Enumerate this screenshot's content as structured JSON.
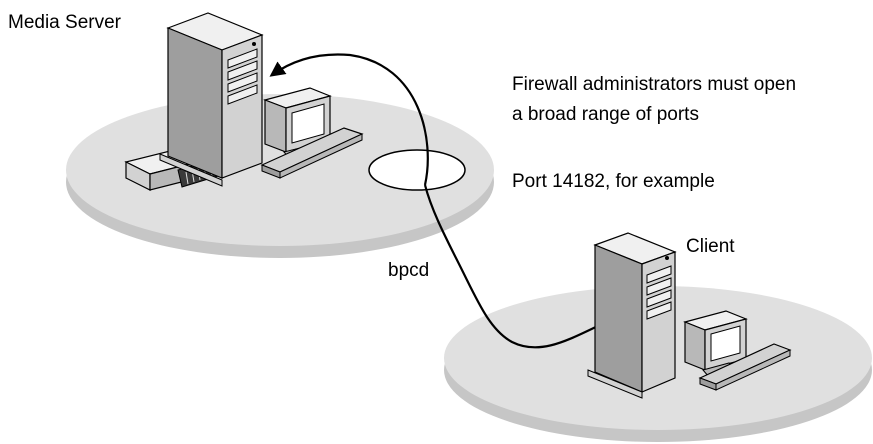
{
  "labels": {
    "media_server": "Media Server",
    "client": "Client",
    "connection": "bpcd",
    "note_line1": "Firewall administrators must open",
    "note_line2": "a broad range of ports",
    "note_port": "Port 14182, for example"
  },
  "colors": {
    "platform_fill": "#e0e0e0",
    "platform_shadow": "#c6c6c6",
    "device_light": "#f0f0f0",
    "device_mid": "#d2d2d2",
    "device_dark": "#9e9e9e",
    "screen": "#ffffff",
    "line": "#000000"
  }
}
